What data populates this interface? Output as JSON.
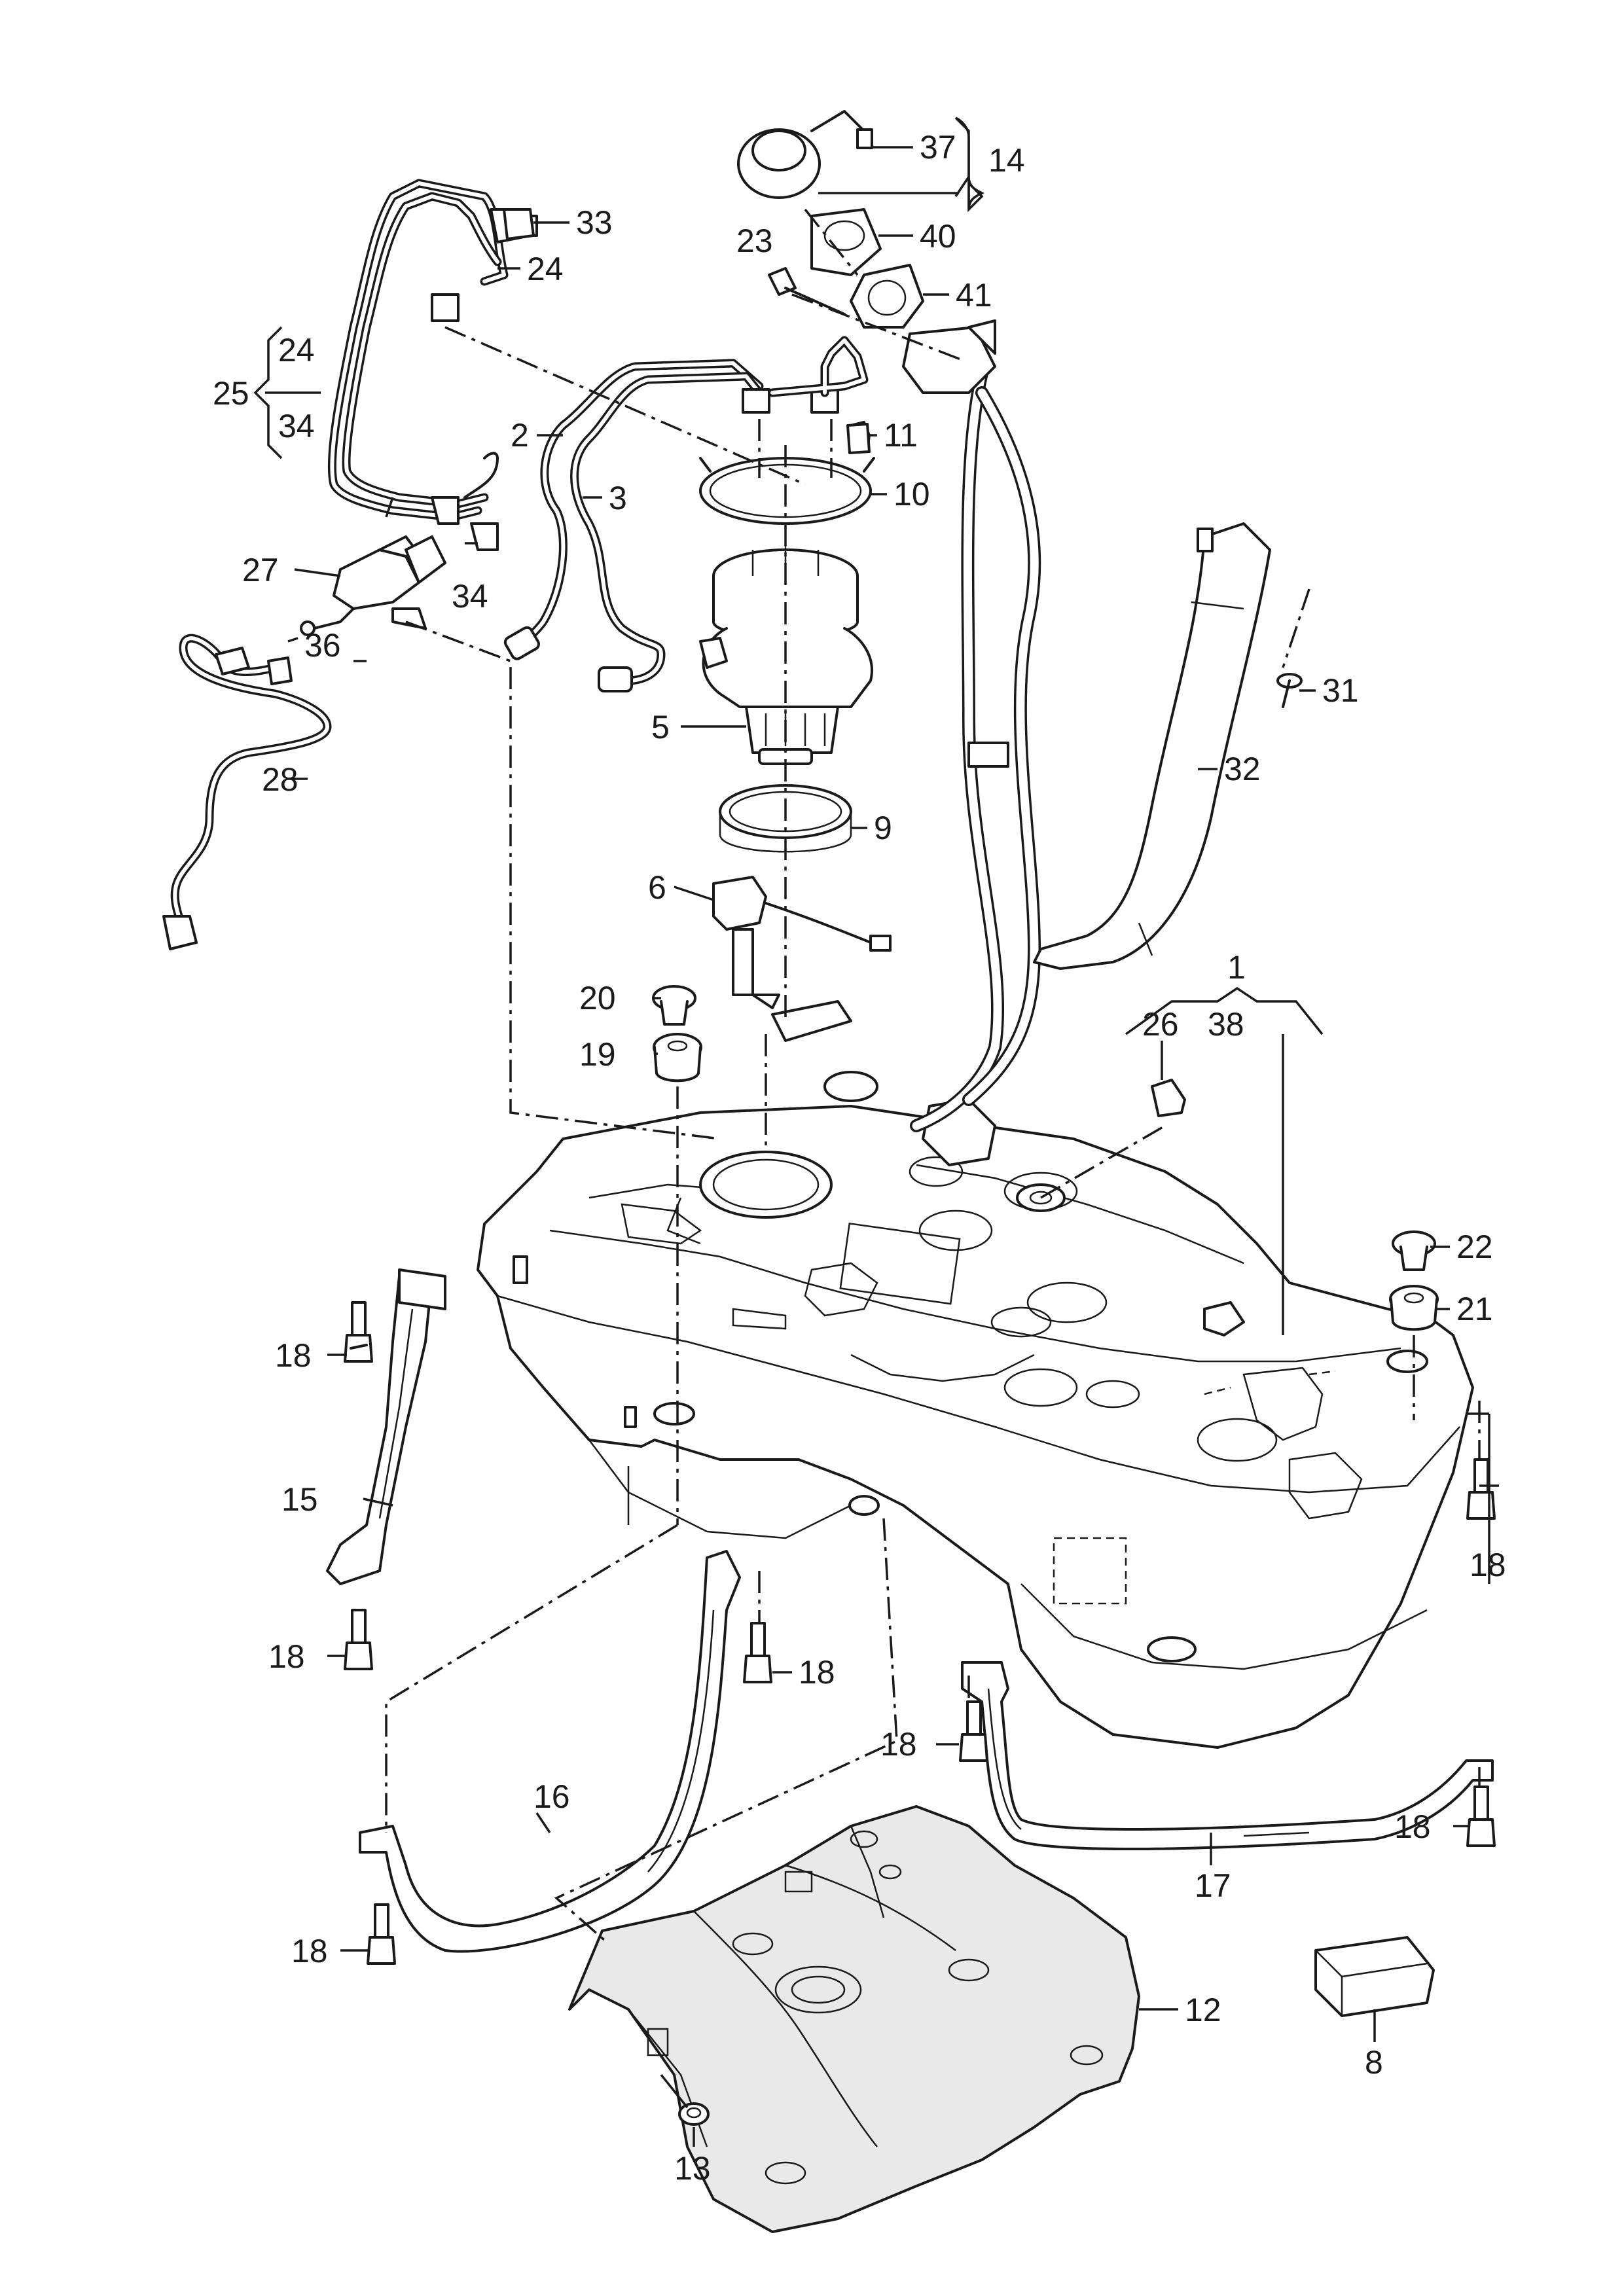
{
  "labels": {
    "l1": "1",
    "l2": "2",
    "l3": "3",
    "l5": "5",
    "l6": "6",
    "l8": "8",
    "l9": "9",
    "l10": "10",
    "l11": "11",
    "l12": "12",
    "l13": "13",
    "l14": "14",
    "l15": "15",
    "l16": "16",
    "l17": "17",
    "l18a": "18",
    "l18b": "18",
    "l18c": "18",
    "l18d": "18",
    "l18e": "18",
    "l18f": "18",
    "l18g": "18",
    "l19": "19",
    "l20": "20",
    "l21": "21",
    "l22": "22",
    "l23": "23",
    "l24a": "24",
    "l24b": "24",
    "l25": "25",
    "l26": "26",
    "l27": "27",
    "l28": "28",
    "l31": "31",
    "l32": "32",
    "l33": "33",
    "l34a": "34",
    "l34b": "34",
    "l36": "36",
    "l37": "37",
    "l38": "38",
    "l40": "40",
    "l41": "41"
  }
}
